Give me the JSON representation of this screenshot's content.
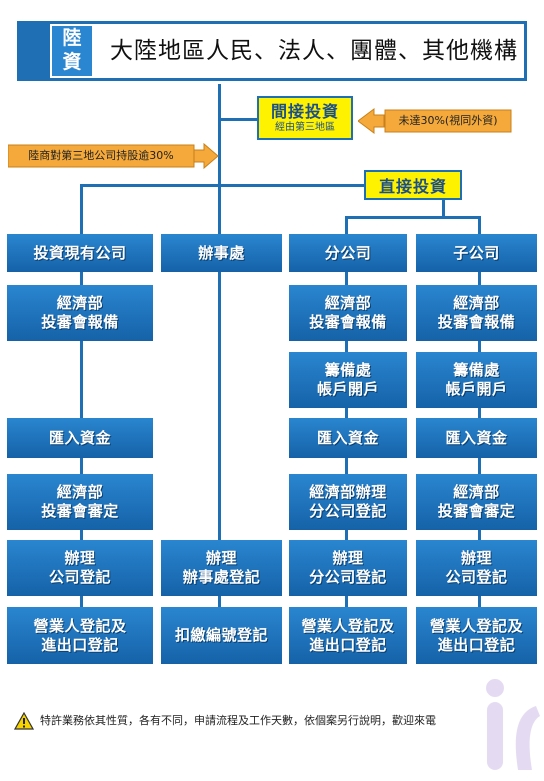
{
  "header": {
    "badge": "陸\n資",
    "title": "大陸地區人民、法人、團體、其他機構"
  },
  "indirect": {
    "title": "間接投資",
    "subtitle": "經由第三地區"
  },
  "note_right": "未達30%(視同外資)",
  "note_left": "陸商對第三地公司持股逾30%",
  "direct": "直接投資",
  "columns": [
    {
      "head": "投資現有公司",
      "steps": [
        "經濟部\n投審會報備",
        "匯入資金",
        "經濟部\n投審會審定",
        "辦理\n公司登記",
        "營業人登記及\n進出口登記"
      ]
    },
    {
      "head": "辦事處",
      "steps": [
        "辦理\n辦事處登記",
        "扣繳編號登記"
      ]
    },
    {
      "head": "分公司",
      "steps": [
        "經濟部\n投審會報備",
        "籌備處\n帳戶開戶",
        "匯入資金",
        "經濟部辦理\n分公司登記",
        "辦理\n分公司登記",
        "營業人登記及\n進出口登記"
      ]
    },
    {
      "head": "子公司",
      "steps": [
        "經濟部\n投審會報備",
        "籌備處\n帳戶開戶",
        "匯入資金",
        "經濟部\n投審會審定",
        "辦理\n公司登記",
        "營業人登記及\n進出口登記"
      ]
    }
  ],
  "footer": "特許業務依其性質，各有不同，申請流程及工作天數，依個案另行說明，歡迎來電"
}
